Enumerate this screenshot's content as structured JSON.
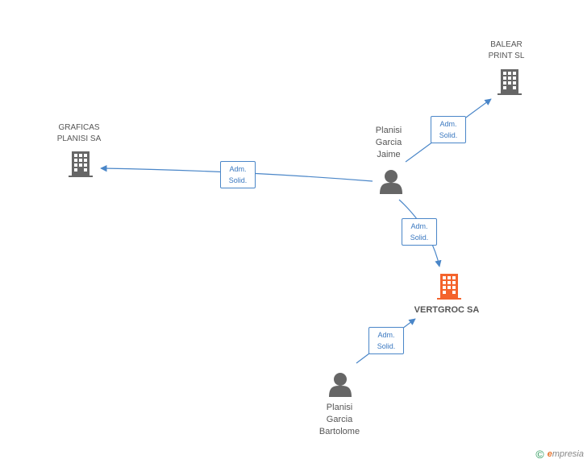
{
  "nodes": {
    "balear": {
      "label": "BALEAR\nPRINT SL",
      "kind": "company",
      "color": "#666666"
    },
    "graficas": {
      "label": "GRAFICAS\nPLANISI SA",
      "kind": "company",
      "color": "#666666"
    },
    "jaime": {
      "label": "Planisi\nGarcia\nJaime",
      "kind": "person",
      "color": "#666666"
    },
    "vertgroc": {
      "label": "VERTGROC SA",
      "kind": "company",
      "color": "#f4632c"
    },
    "bartolome": {
      "label": "Planisi\nGarcia\nBartolome",
      "kind": "person",
      "color": "#666666"
    }
  },
  "edges": [
    {
      "from": "jaime",
      "to": "balear",
      "label": "Adm.\nSolid."
    },
    {
      "from": "jaime",
      "to": "graficas",
      "label": "Adm.\nSolid."
    },
    {
      "from": "jaime",
      "to": "vertgroc",
      "label": "Adm.\nSolid."
    },
    {
      "from": "bartolome",
      "to": "vertgroc",
      "label": "Adm.\nSolid."
    }
  ],
  "footer": {
    "copyright": "©",
    "brand_initial": "e",
    "brand_rest": "mpresia"
  },
  "colors": {
    "edge": "#4a86c8",
    "node": "#666666",
    "focus": "#f4632c"
  },
  "icons": {
    "company": "building-icon",
    "person": "person-icon"
  }
}
